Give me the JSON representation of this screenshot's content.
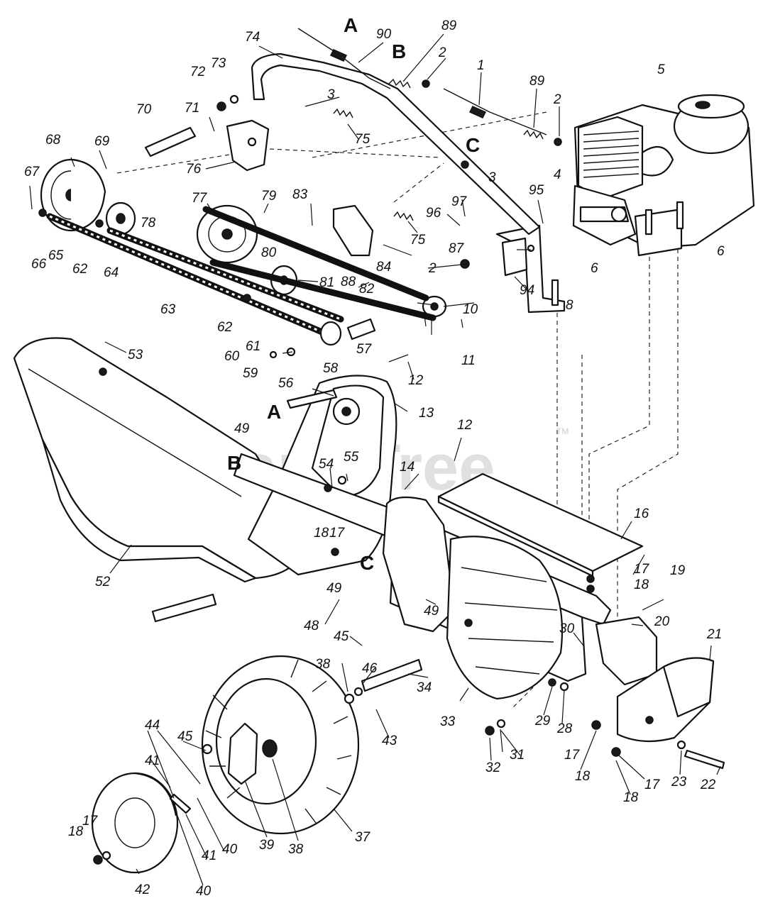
{
  "watermark": {
    "text": "PartsTree",
    "tm": "TM"
  },
  "labels": [
    {
      "id": "A-top",
      "text": "A"
    },
    {
      "id": "B-top",
      "text": "B"
    },
    {
      "id": "C-mid",
      "text": "C"
    },
    {
      "id": "A-low",
      "text": "A"
    },
    {
      "id": "B-low",
      "text": "B"
    },
    {
      "id": "C-low",
      "text": "C"
    },
    {
      "id": "n74",
      "text": "74"
    },
    {
      "id": "n90",
      "text": "90"
    },
    {
      "id": "n89a",
      "text": "89"
    },
    {
      "id": "n73",
      "text": "73"
    },
    {
      "id": "n72",
      "text": "72"
    },
    {
      "id": "n2a",
      "text": "2"
    },
    {
      "id": "n1",
      "text": "1"
    },
    {
      "id": "n3a",
      "text": "3"
    },
    {
      "id": "n89b",
      "text": "89"
    },
    {
      "id": "n5",
      "text": "5"
    },
    {
      "id": "n2b",
      "text": "2"
    },
    {
      "id": "n70",
      "text": "70"
    },
    {
      "id": "n71",
      "text": "71"
    },
    {
      "id": "n75a",
      "text": "75"
    },
    {
      "id": "n68",
      "text": "68"
    },
    {
      "id": "n69",
      "text": "69"
    },
    {
      "id": "n76",
      "text": "76"
    },
    {
      "id": "n3b",
      "text": "3"
    },
    {
      "id": "n4",
      "text": "4"
    },
    {
      "id": "n67",
      "text": "67"
    },
    {
      "id": "n77",
      "text": "77"
    },
    {
      "id": "n79",
      "text": "79"
    },
    {
      "id": "n83",
      "text": "83"
    },
    {
      "id": "n97",
      "text": "97"
    },
    {
      "id": "n95",
      "text": "95"
    },
    {
      "id": "n96",
      "text": "96"
    },
    {
      "id": "n75b",
      "text": "75"
    },
    {
      "id": "n78",
      "text": "78"
    },
    {
      "id": "n6a",
      "text": "6"
    },
    {
      "id": "n6b",
      "text": "6"
    },
    {
      "id": "n87",
      "text": "87"
    },
    {
      "id": "n80",
      "text": "80"
    },
    {
      "id": "n66",
      "text": "66"
    },
    {
      "id": "n65",
      "text": "65"
    },
    {
      "id": "n62a",
      "text": "62"
    },
    {
      "id": "n64",
      "text": "64"
    },
    {
      "id": "n84",
      "text": "84"
    },
    {
      "id": "n2c",
      "text": "2"
    },
    {
      "id": "n81",
      "text": "81"
    },
    {
      "id": "n88",
      "text": "88"
    },
    {
      "id": "n82",
      "text": "82"
    },
    {
      "id": "n8",
      "text": "8"
    },
    {
      "id": "n94",
      "text": "94"
    },
    {
      "id": "n63",
      "text": "63"
    },
    {
      "id": "n62b",
      "text": "62"
    },
    {
      "id": "n10",
      "text": "10"
    },
    {
      "id": "n57",
      "text": "57"
    },
    {
      "id": "n11",
      "text": "11"
    },
    {
      "id": "n53",
      "text": "53"
    },
    {
      "id": "n61",
      "text": "61"
    },
    {
      "id": "n60",
      "text": "60"
    },
    {
      "id": "n58",
      "text": "58"
    },
    {
      "id": "n59",
      "text": "59"
    },
    {
      "id": "n12a",
      "text": "12"
    },
    {
      "id": "n56",
      "text": "56"
    },
    {
      "id": "n13",
      "text": "13"
    },
    {
      "id": "n12b",
      "text": "12"
    },
    {
      "id": "n49a",
      "text": "49"
    },
    {
      "id": "n55",
      "text": "55"
    },
    {
      "id": "n54",
      "text": "54"
    },
    {
      "id": "n14",
      "text": "14"
    },
    {
      "id": "n16",
      "text": "16"
    },
    {
      "id": "n18a",
      "text": "18"
    },
    {
      "id": "n17a",
      "text": "17"
    },
    {
      "id": "n52",
      "text": "52"
    },
    {
      "id": "n49b",
      "text": "49"
    },
    {
      "id": "n17b",
      "text": "17"
    },
    {
      "id": "n19",
      "text": "19"
    },
    {
      "id": "n18b",
      "text": "18"
    },
    {
      "id": "n49c",
      "text": "49"
    },
    {
      "id": "n48",
      "text": "48"
    },
    {
      "id": "n20",
      "text": "20"
    },
    {
      "id": "n30",
      "text": "30"
    },
    {
      "id": "n21",
      "text": "21"
    },
    {
      "id": "n45a",
      "text": "45"
    },
    {
      "id": "n38a",
      "text": "38"
    },
    {
      "id": "n46",
      "text": "46"
    },
    {
      "id": "n34",
      "text": "34"
    },
    {
      "id": "n33",
      "text": "33"
    },
    {
      "id": "n29",
      "text": "29"
    },
    {
      "id": "n28",
      "text": "28"
    },
    {
      "id": "n43",
      "text": "43"
    },
    {
      "id": "n32",
      "text": "32"
    },
    {
      "id": "n31",
      "text": "31"
    },
    {
      "id": "n17c",
      "text": "17"
    },
    {
      "id": "n18c",
      "text": "18"
    },
    {
      "id": "n17d",
      "text": "17"
    },
    {
      "id": "n23",
      "text": "23"
    },
    {
      "id": "n22",
      "text": "22"
    },
    {
      "id": "n18d",
      "text": "18"
    },
    {
      "id": "n44",
      "text": "44"
    },
    {
      "id": "n45b",
      "text": "45"
    },
    {
      "id": "n41a",
      "text": "41"
    },
    {
      "id": "n41b",
      "text": "41"
    },
    {
      "id": "n40a",
      "text": "40"
    },
    {
      "id": "n39",
      "text": "39"
    },
    {
      "id": "n38b",
      "text": "38"
    },
    {
      "id": "n37",
      "text": "37"
    },
    {
      "id": "n18e",
      "text": "18"
    },
    {
      "id": "n17e",
      "text": "17"
    },
    {
      "id": "n42",
      "text": "42"
    },
    {
      "id": "n40b",
      "text": "40"
    }
  ]
}
